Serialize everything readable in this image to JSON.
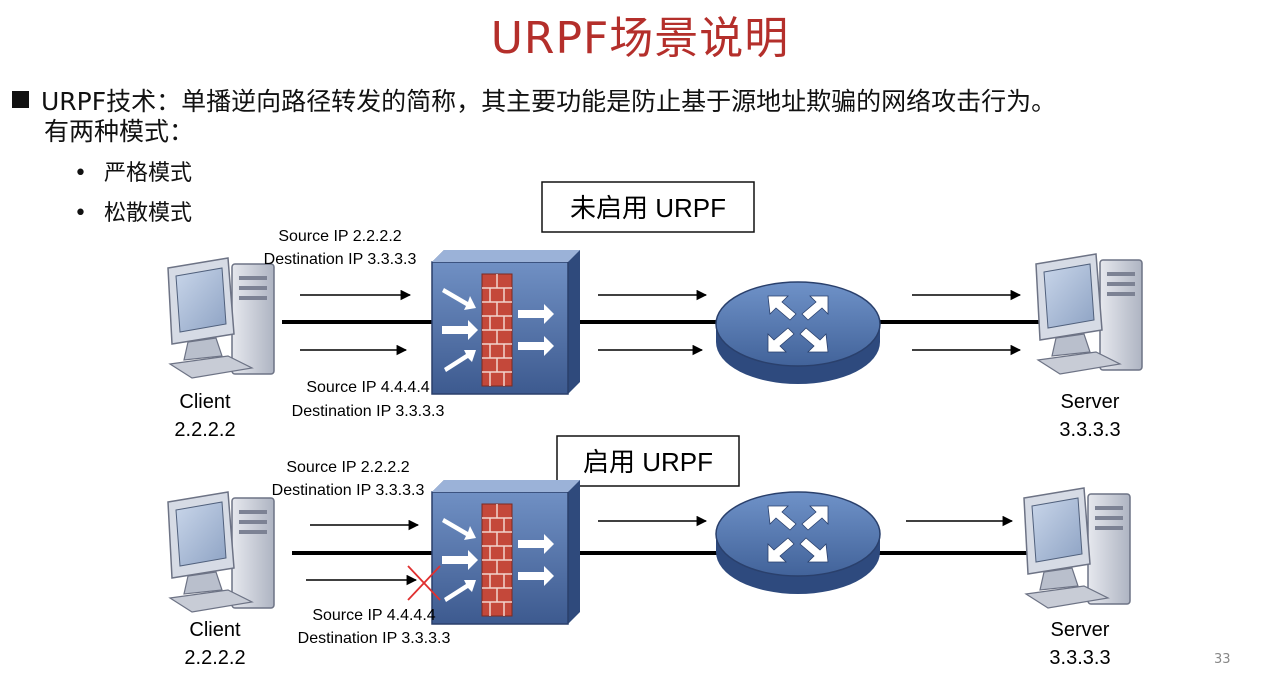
{
  "title": "URPF场景说明",
  "bullet": {
    "line1": "URPF技术：单播逆向路径转发的简称，其主要功能是防止基于源地址欺骗的网络攻击行为。",
    "line2": "有两种模式：",
    "modes": [
      "严格模式",
      "松散模式"
    ]
  },
  "scenario_top": {
    "caption": "未启用 URPF",
    "flow1_src": "Source IP 2.2.2.2",
    "flow1_dst": "Destination IP 3.3.3.3",
    "flow2_src": "Source IP 4.4.4.4",
    "flow2_dst": "Destination IP 3.3.3.3",
    "client_label": "Client",
    "client_ip": "2.2.2.2",
    "server_label": "Server",
    "server_ip": "3.3.3.3"
  },
  "scenario_bottom": {
    "caption": "启用 URPF",
    "flow1_src": "Source IP 2.2.2.2",
    "flow1_dst": "Destination IP 3.3.3.3",
    "flow2_src": "Source IP 4.4.4.4",
    "flow2_dst": "Destination IP 3.3.3.3",
    "client_label": "Client",
    "client_ip": "2.2.2.2",
    "server_label": "Server",
    "server_ip": "3.3.3.3"
  },
  "page_number": "33",
  "colors": {
    "title": "#b42f2b",
    "device_blue": "#4a6ea8",
    "firewall_brick": "#c0483a",
    "block_mark": "#e03030"
  },
  "icons": [
    "computer-icon",
    "firewall-icon",
    "router-icon",
    "block-x-icon"
  ]
}
